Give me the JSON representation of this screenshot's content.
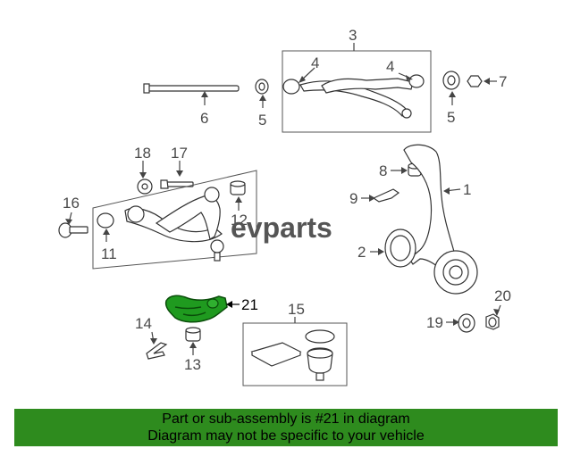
{
  "callouts": {
    "c1": "1",
    "c2": "2",
    "c3": "3",
    "c4a": "4",
    "c4b": "4",
    "c5a": "5",
    "c5b": "5",
    "c6": "6",
    "c7": "7",
    "c8": "8",
    "c9": "9",
    "c11": "11",
    "c12": "12",
    "c13": "13",
    "c14": "14",
    "c15": "15",
    "c16": "16",
    "c17": "17",
    "c18": "18",
    "c19": "19",
    "c20": "20",
    "c21": "21"
  },
  "highlight_part": "21",
  "highlight_color": "#1f9a1f",
  "banner_color": "#2e8b1e",
  "watermark": "evparts",
  "banner": {
    "line1": "Part or sub-assembly is #21 in diagram",
    "line2": "Diagram may not be specific to your vehicle"
  }
}
